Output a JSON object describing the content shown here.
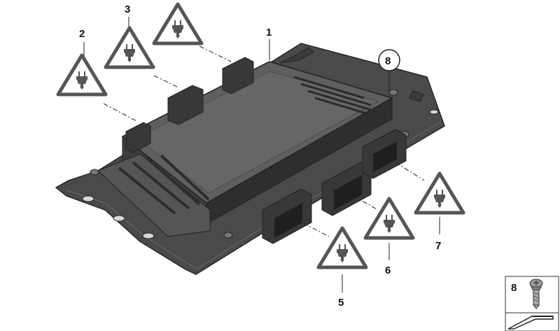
{
  "colors": {
    "housing_top": "#5f5f5f",
    "housing_side": "#3d3d3d",
    "housing_dark": "#2e2e2e",
    "plate": "#4a4a4a",
    "plate_edge": "#252525",
    "triangle_border": "#555555",
    "triangle_fill": "#ffffff",
    "connector": "#383838"
  },
  "diagram": {
    "main_part": {
      "number": "1",
      "name": "control-unit"
    },
    "connector_callouts": [
      {
        "number": "2",
        "icon": "plug-connector-warning-icon"
      },
      {
        "number": "3",
        "icon": "plug-connector-warning-icon"
      },
      {
        "number": "",
        "icon": "plug-connector-warning-icon"
      },
      {
        "number": "5",
        "icon": "plug-connector-warning-icon"
      },
      {
        "number": "6",
        "icon": "plug-connector-warning-icon"
      },
      {
        "number": "7",
        "icon": "plug-connector-warning-icon"
      }
    ],
    "circled_callout": {
      "number": "8"
    },
    "detail_box": {
      "number": "8",
      "icon": "torx-screw-icon"
    },
    "corner_box": {
      "icon": "parts-outline-icon"
    }
  }
}
